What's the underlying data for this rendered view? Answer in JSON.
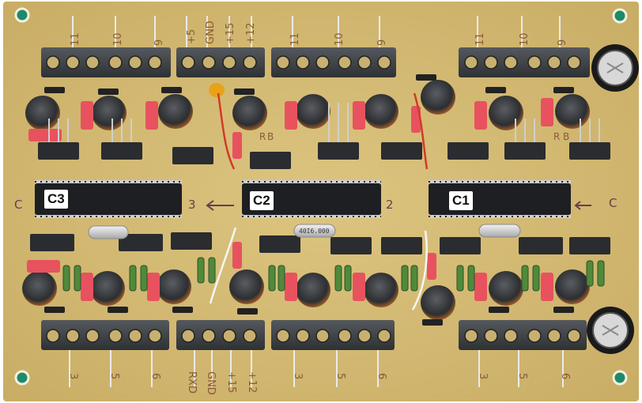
{
  "board": {
    "silkscreen_top": [
      "11",
      "10",
      "9",
      "+5",
      "GND",
      "+15",
      "+12",
      "11",
      "10",
      "9",
      "11",
      "10",
      "9"
    ],
    "silkscreen_bottom": [
      "3",
      "5",
      "6",
      "RXD",
      "GND",
      "+15",
      "+12",
      "3",
      "5",
      "6",
      "3",
      "5",
      "6"
    ],
    "ic_labels": [
      "C3",
      "C2",
      "C1"
    ],
    "hand_marks": [
      "C",
      "3",
      "2",
      "C"
    ],
    "chip_markings": [
      "40I6.000"
    ],
    "side_marks": [
      "R",
      "B",
      "R",
      "B"
    ],
    "colors": {
      "pcb": "#d8c07a",
      "silk": "#8a5a3a",
      "terminal": "#3a3d40",
      "ic_body": "#1e1f22"
    }
  }
}
